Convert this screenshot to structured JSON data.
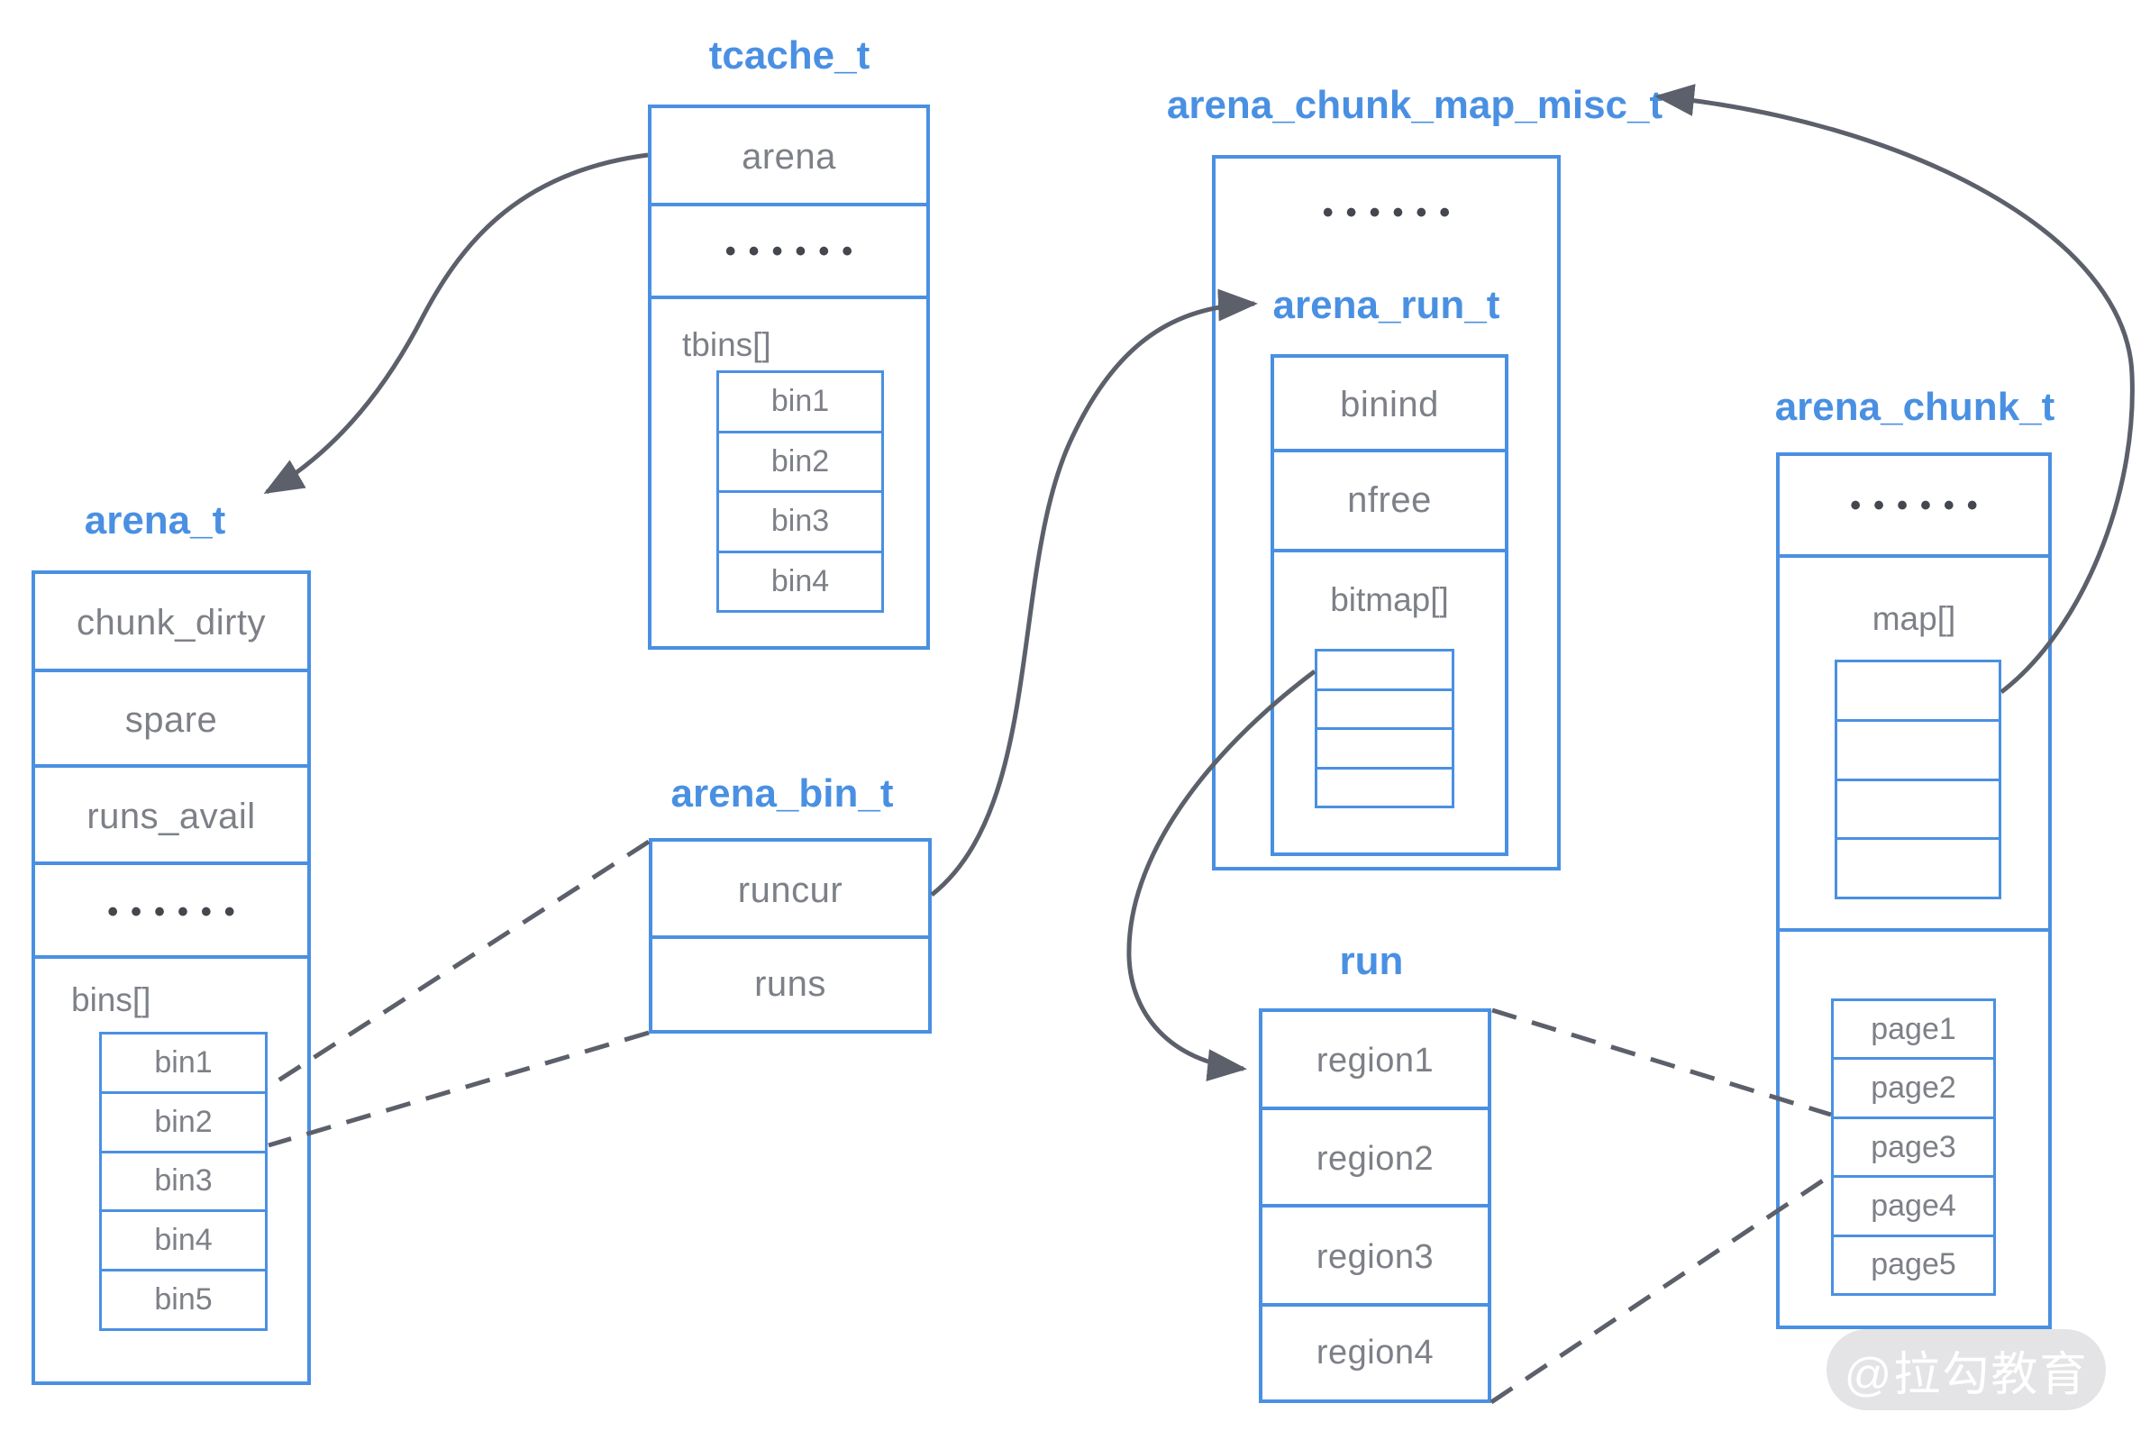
{
  "watermark": "@拉勾教育",
  "colors": {
    "accent_blue": "#4a90e2",
    "label_gray": "#7d8087",
    "arrow_gray": "#5c606b"
  },
  "tcache": {
    "title": "tcache_t",
    "arena_field": "arena",
    "dots": "••••••",
    "tbins_label": "tbins[]",
    "bins": [
      "bin1",
      "bin2",
      "bin3",
      "bin4"
    ]
  },
  "arena": {
    "title": "arena_t",
    "fields": [
      "chunk_dirty",
      "spare",
      "runs_avail"
    ],
    "dots": "••••••",
    "bins_label": "bins[]",
    "bins": [
      "bin1",
      "bin2",
      "bin3",
      "bin4",
      "bin5"
    ]
  },
  "arena_bin": {
    "title": "arena_bin_t",
    "fields": [
      "runcur",
      "runs"
    ]
  },
  "chunk_map_misc": {
    "title": "arena_chunk_map_misc_t",
    "dots": "••••••",
    "arena_run": {
      "title": "arena_run_t",
      "fields": [
        "binind",
        "nfree"
      ],
      "bitmap_label": "bitmap[]"
    }
  },
  "arena_chunk": {
    "title": "arena_chunk_t",
    "dots": "••••••",
    "map_label": "map[]",
    "pages": [
      "page1",
      "page2",
      "page3",
      "page4",
      "page5"
    ]
  },
  "run": {
    "title": "run",
    "regions": [
      "region1",
      "region2",
      "region3",
      "region4"
    ]
  }
}
